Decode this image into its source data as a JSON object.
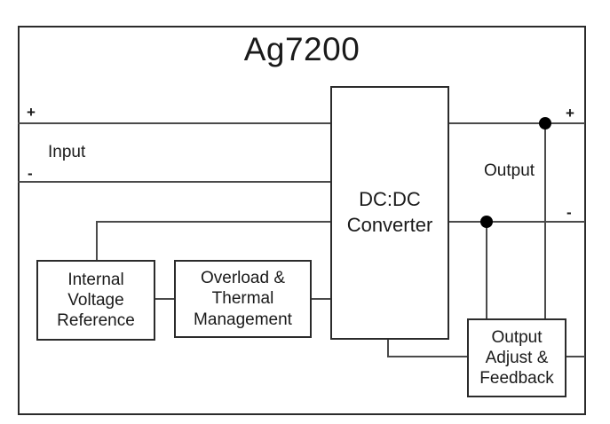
{
  "diagram": {
    "title": "Ag7200",
    "input": {
      "plus": "+",
      "minus": "-",
      "label": "Input"
    },
    "output": {
      "plus": "+",
      "minus": "-",
      "label": "Output"
    },
    "blocks": {
      "dcdc": {
        "lines": [
          "DC:DC",
          "Converter"
        ]
      },
      "internal_voltage_reference": {
        "lines": [
          "Internal",
          "Voltage",
          "Reference"
        ]
      },
      "overload_thermal": {
        "lines": [
          "Overload &",
          "Thermal",
          "Management"
        ]
      },
      "output_adjust_feedback": {
        "lines": [
          "Output",
          "Adjust &",
          "Feedback"
        ]
      }
    },
    "colors": {
      "background": "#ffffff",
      "border": "#2b2b2b",
      "wire": "#4a4a4a",
      "text": "#1a1a1a",
      "junction_dot": "#000000"
    }
  }
}
